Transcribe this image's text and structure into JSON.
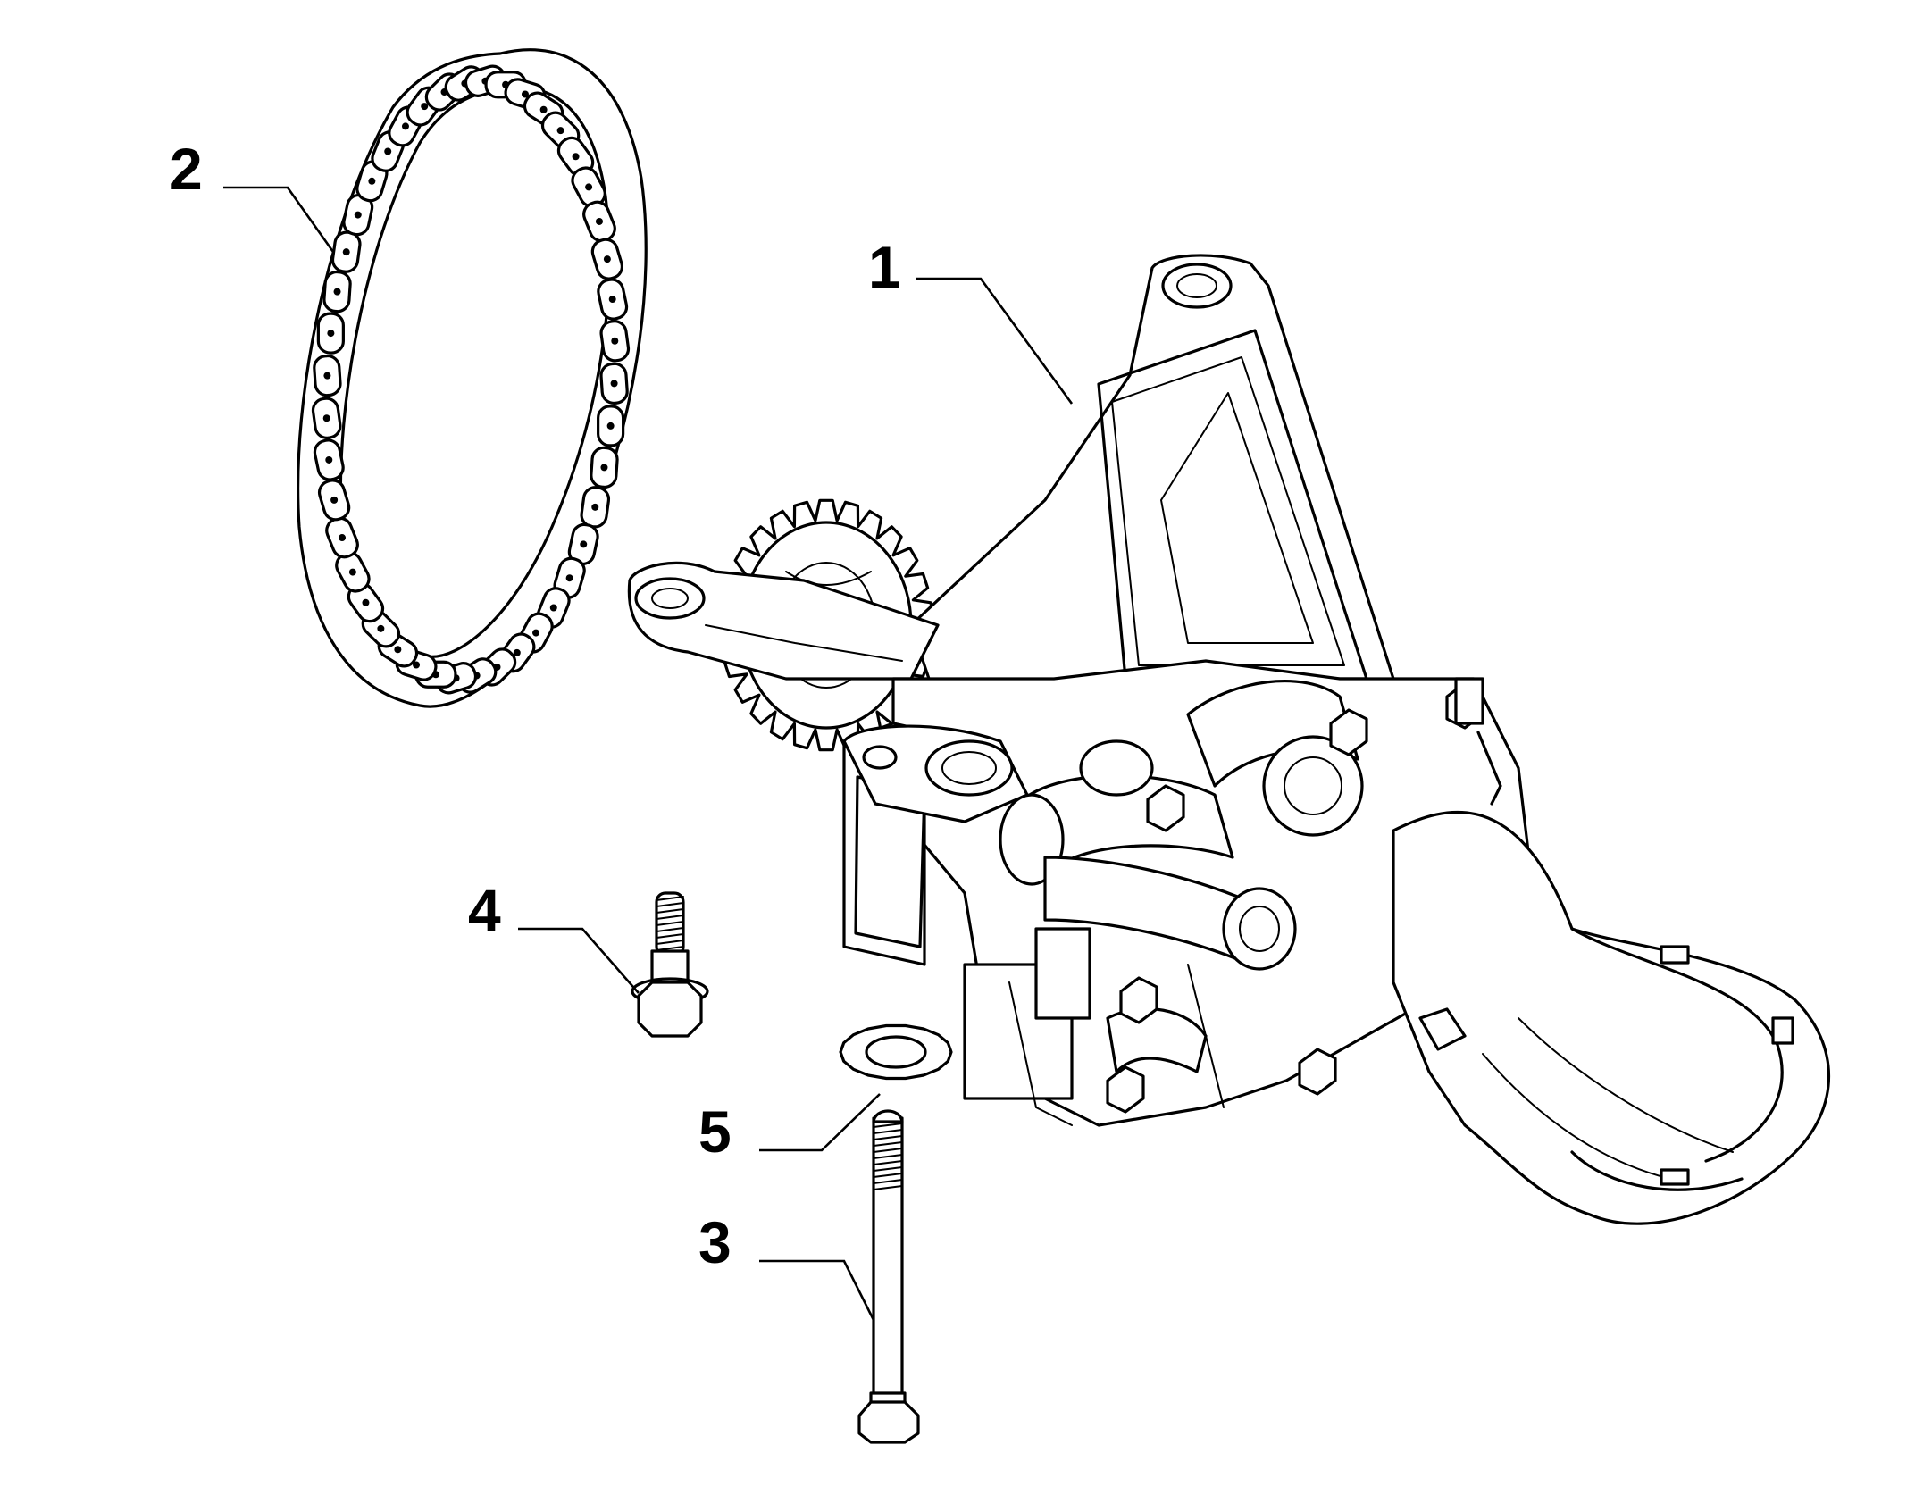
{
  "callouts": [
    {
      "id": "1",
      "label": "1",
      "part": "oil-pump-assembly"
    },
    {
      "id": "2",
      "label": "2",
      "part": "drive-chain"
    },
    {
      "id": "3",
      "label": "3",
      "part": "long-bolt"
    },
    {
      "id": "4",
      "label": "4",
      "part": "flanged-stud-bolt"
    },
    {
      "id": "5",
      "label": "5",
      "part": "washer"
    }
  ],
  "colors": {
    "line": "#000000",
    "background": "#ffffff"
  }
}
